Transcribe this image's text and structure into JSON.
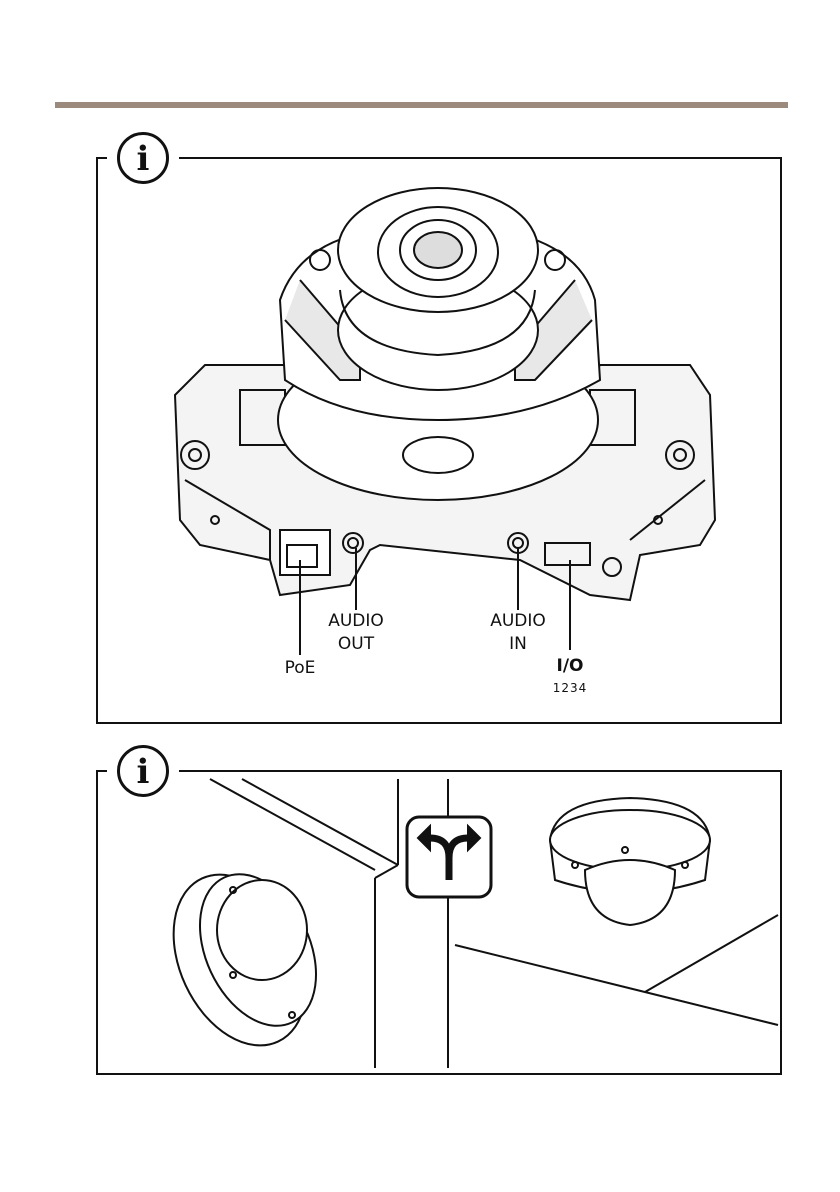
{
  "header": {
    "rule_color": "#9c8b7c"
  },
  "section1": {
    "icon": "info-icon",
    "info_glyph": "i",
    "callouts": {
      "poe": "PoE",
      "audio_out_1": "AUDIO",
      "audio_out_2": "OUT",
      "audio_in_1": "AUDIO",
      "audio_in_2": "IN",
      "io": "I/O",
      "io_pins": "1234"
    }
  },
  "section2": {
    "icon": "info-icon",
    "info_glyph": "i",
    "choice_icon": "split-arrow-icon"
  }
}
